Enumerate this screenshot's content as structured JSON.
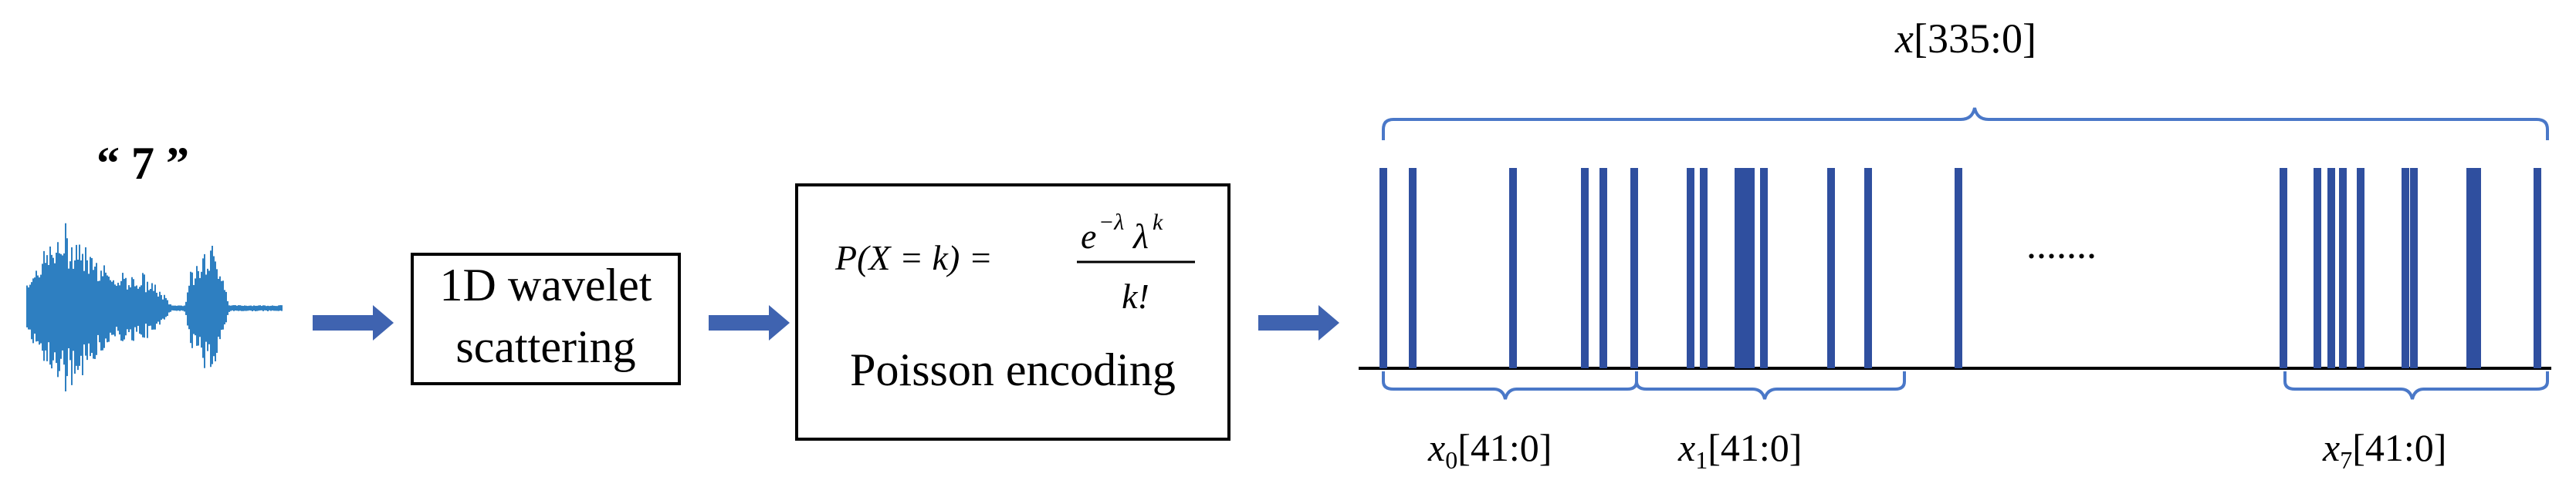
{
  "input": {
    "digit_label": "“ 7 ”"
  },
  "wavelet_box": {
    "line1": "1D wavelet",
    "line2": "scattering"
  },
  "poisson_box": {
    "formula_lhs": "P(X = k) =",
    "formula_num_base": "e",
    "formula_num_exp": "−λ",
    "formula_num_lambda": "λ",
    "formula_num_lambda_exp": "k",
    "formula_den": "k!",
    "title": "Poisson encoding"
  },
  "spike_train": {
    "full_label_var": "x",
    "full_label_range": "[335:0]",
    "ellipsis": ".......",
    "segments": [
      {
        "var": "x",
        "sub": "0",
        "range": "[41:0]"
      },
      {
        "var": "x",
        "sub": "1",
        "range": "[41:0]"
      },
      {
        "var": "x",
        "sub": "7",
        "range": "[41:0]"
      }
    ]
  },
  "colors": {
    "spike": "#2f4f9f",
    "brace": "#4a78c8",
    "arrow": "#3f63b0",
    "waveform": "#2e7fc1",
    "ellipsis": "#2e6fc0"
  }
}
